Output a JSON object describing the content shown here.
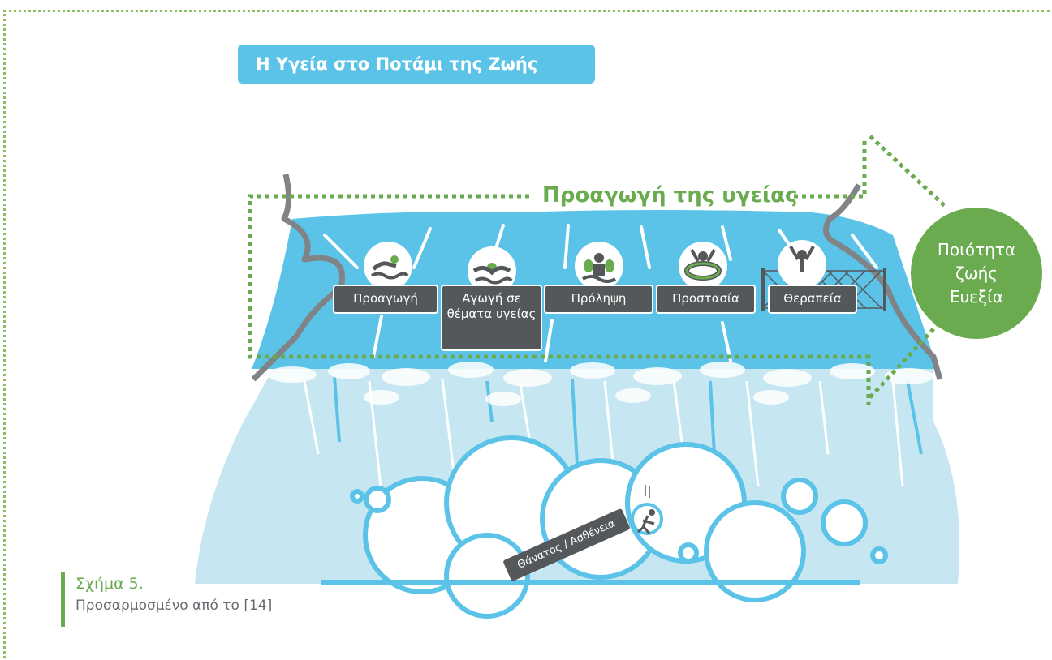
{
  "title": "Η Υγεία στο Ποτάμι της Ζωής",
  "promotion_label": "Προαγωγή της υγείας",
  "quality_of_life": [
    "Ποιότητα",
    "ζωής",
    "Ευεξία"
  ],
  "stages": [
    {
      "label": "Προαγωγή",
      "icon": "swimmer-icon"
    },
    {
      "label": "Αγωγή σε θέματα υγείας",
      "icon": "learning-swimmer-icon"
    },
    {
      "label": "Πρόληψη",
      "icon": "armbands-swimmer-icon"
    },
    {
      "label": "Προστασία",
      "icon": "lifebuoy-swimmer-icon"
    },
    {
      "label": "Θεραπεία",
      "icon": "net-rescue-icon"
    }
  ],
  "outcome_label": "Θάνατος / Ασθένεια",
  "caption": {
    "figure": "Σχήμα 5.",
    "source": "Προσαρμοσμένο από το [14]"
  },
  "colors": {
    "accent_green": "#6aab4f",
    "river_blue": "#5cc3e8",
    "pool_blue": "#c6e7f1",
    "label_gray": "#55585a"
  }
}
